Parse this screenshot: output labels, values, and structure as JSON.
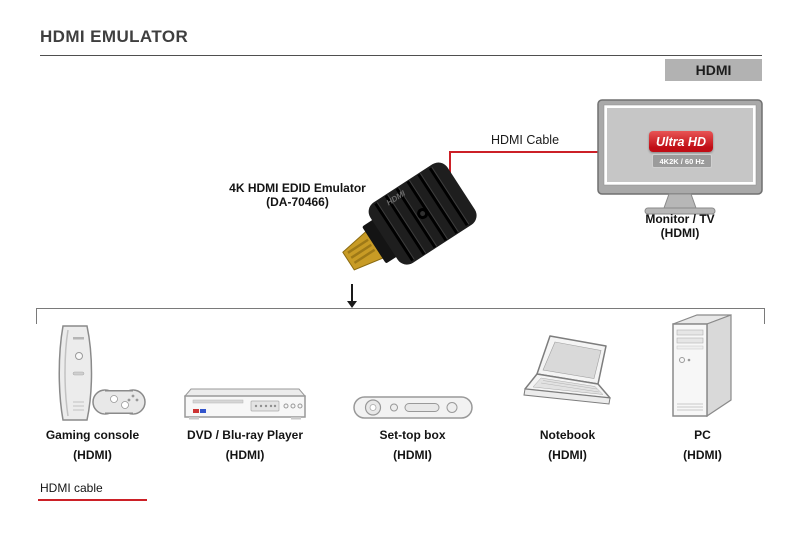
{
  "header": {
    "title": "HDMI EMULATOR",
    "badge": "HDMI"
  },
  "emulator": {
    "label_line1": "4K HDMI EDID Emulator",
    "label_line2": "(DA-70466)",
    "port_text": "HDMI"
  },
  "cable": {
    "label": "HDMI Cable"
  },
  "monitor": {
    "badge_primary": "Ultra HD",
    "badge_secondary": "4K2K / 60 Hz",
    "label_line1": "Monitor / TV",
    "label_line2": "(HDMI)"
  },
  "devices": [
    {
      "label_line1": "Gaming console",
      "label_line2": "(HDMI)"
    },
    {
      "label_line1": "DVD / Blu-ray Player",
      "label_line2": "(HDMI)"
    },
    {
      "label_line1": "Set-top box",
      "label_line2": "(HDMI)"
    },
    {
      "label_line1": "Notebook",
      "label_line2": "(HDMI)"
    },
    {
      "label_line1": "PC",
      "label_line2": "(HDMI)"
    }
  ],
  "legend": {
    "label": "HDMI cable"
  },
  "colors": {
    "accent_red": "#cc2027",
    "badge_bg": "#b2b2b2",
    "line_gray": "#7a7a7a",
    "title_color": "#3f3f3f",
    "ultra_hd_red": "#c00d15"
  }
}
